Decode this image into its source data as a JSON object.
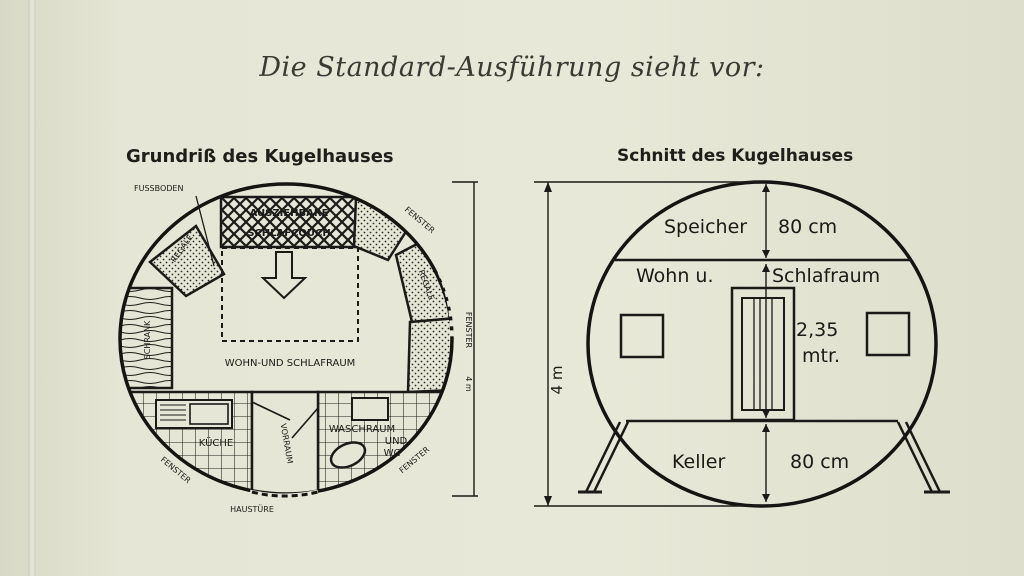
{
  "heading": "Die Standard-Ausführung sieht vor:",
  "floorplan": {
    "title": "Grundriß des Kugelhauses",
    "labels": {
      "fussboden": "FUSSBODEN",
      "couch_line1": "AUSZIEHBARE",
      "couch_line2": "SCHLAFCOUCH",
      "regale_left": "REGALE",
      "regale_right": "REGALE",
      "schrank": "SCHRANK",
      "fenster_top": "FENSTER",
      "fenster_right": "FENSTER",
      "fenster_bottom_left": "FENSTER",
      "fenster_bottom_right": "FENSTER",
      "wohn": "WOHN-UND SCHLAFRAUM",
      "kueche": "KÜCHE",
      "vorraum": "VORRAUM",
      "wasch_line1": "WASCHRAUM",
      "wasch_line2": "UND",
      "wasch_line3": "WC",
      "haustuere": "HAUSTÜRE",
      "dim": "4 m"
    }
  },
  "section": {
    "title": "Schnitt des Kugelhauses",
    "labels": {
      "speicher": "Speicher",
      "speicher_h": "80 cm",
      "wohn": "Wohn u.",
      "schlaf": "Schlafraum",
      "height_val": "2,35",
      "height_unit": "mtr.",
      "keller": "Keller",
      "keller_h": "80 cm",
      "total": "4 m"
    }
  }
}
